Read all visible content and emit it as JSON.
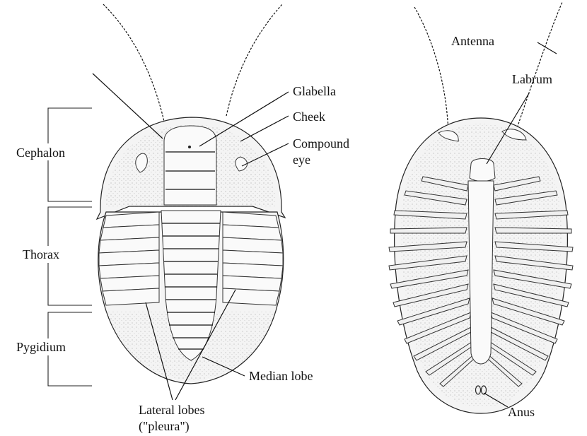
{
  "dorsal_view": {
    "regions": {
      "cephalon": "Cephalon",
      "thorax": "Thorax",
      "pygidium": "Pygidium"
    },
    "labels": {
      "glabella": "Glabella",
      "cheek": "Cheek",
      "compound_eye_line1": "Compound",
      "compound_eye_line2": "eye",
      "median_lobe": "Median lobe",
      "lateral_lobes_line1": "Lateral lobes",
      "lateral_lobes_line2": "(\"pleura\")"
    }
  },
  "ventral_view": {
    "labels": {
      "antenna": "Antenna",
      "labrum": "Labrum",
      "anus": "Anus"
    }
  }
}
